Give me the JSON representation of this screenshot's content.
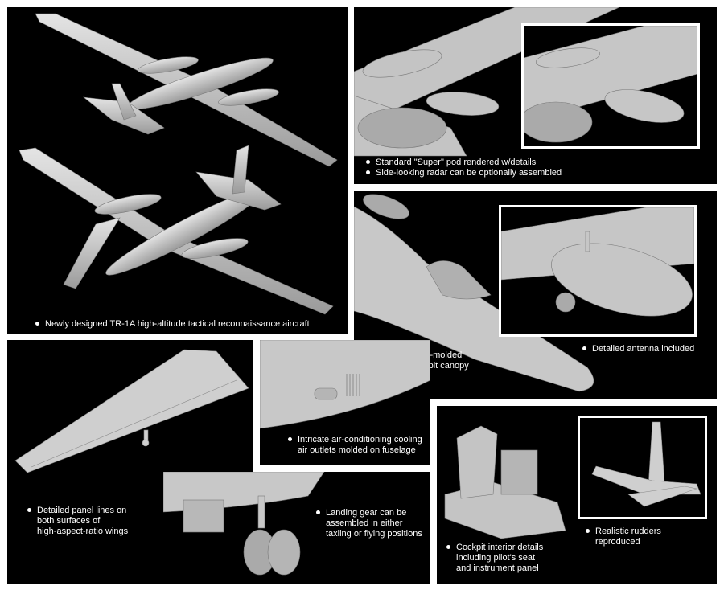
{
  "captions": {
    "tr1a": "Newly designed TR-1A high-altitude tactical reconnaissance aircraft",
    "pod_1": "Standard \"Super\" pod rendered w/details",
    "pod_2": "Side-looking radar can be optionally assembled",
    "canopy_1": "Slide-molded",
    "canopy_2": "cockpit canopy",
    "antenna": "Detailed antenna included",
    "wing_1": "Detailed panel lines on",
    "wing_2": "both surfaces of",
    "wing_3": "high-aspect-ratio wings",
    "outlets_1": "Intricate air-conditioning cooling",
    "outlets_2": "air outlets molded on fuselage",
    "gear_1": "Landing gear can be",
    "gear_2": "assembled in either",
    "gear_3": "taxiing or flying positions",
    "cockpit_1": "Cockpit interior details",
    "cockpit_2": "including pilot's seat",
    "cockpit_3": "and instrument panel",
    "rudder_1": "Realistic rudders",
    "rudder_2": "reproduced"
  },
  "colors": {
    "background": "#000000",
    "model_gray": "#c9c9c9",
    "text": "#ffffff"
  }
}
